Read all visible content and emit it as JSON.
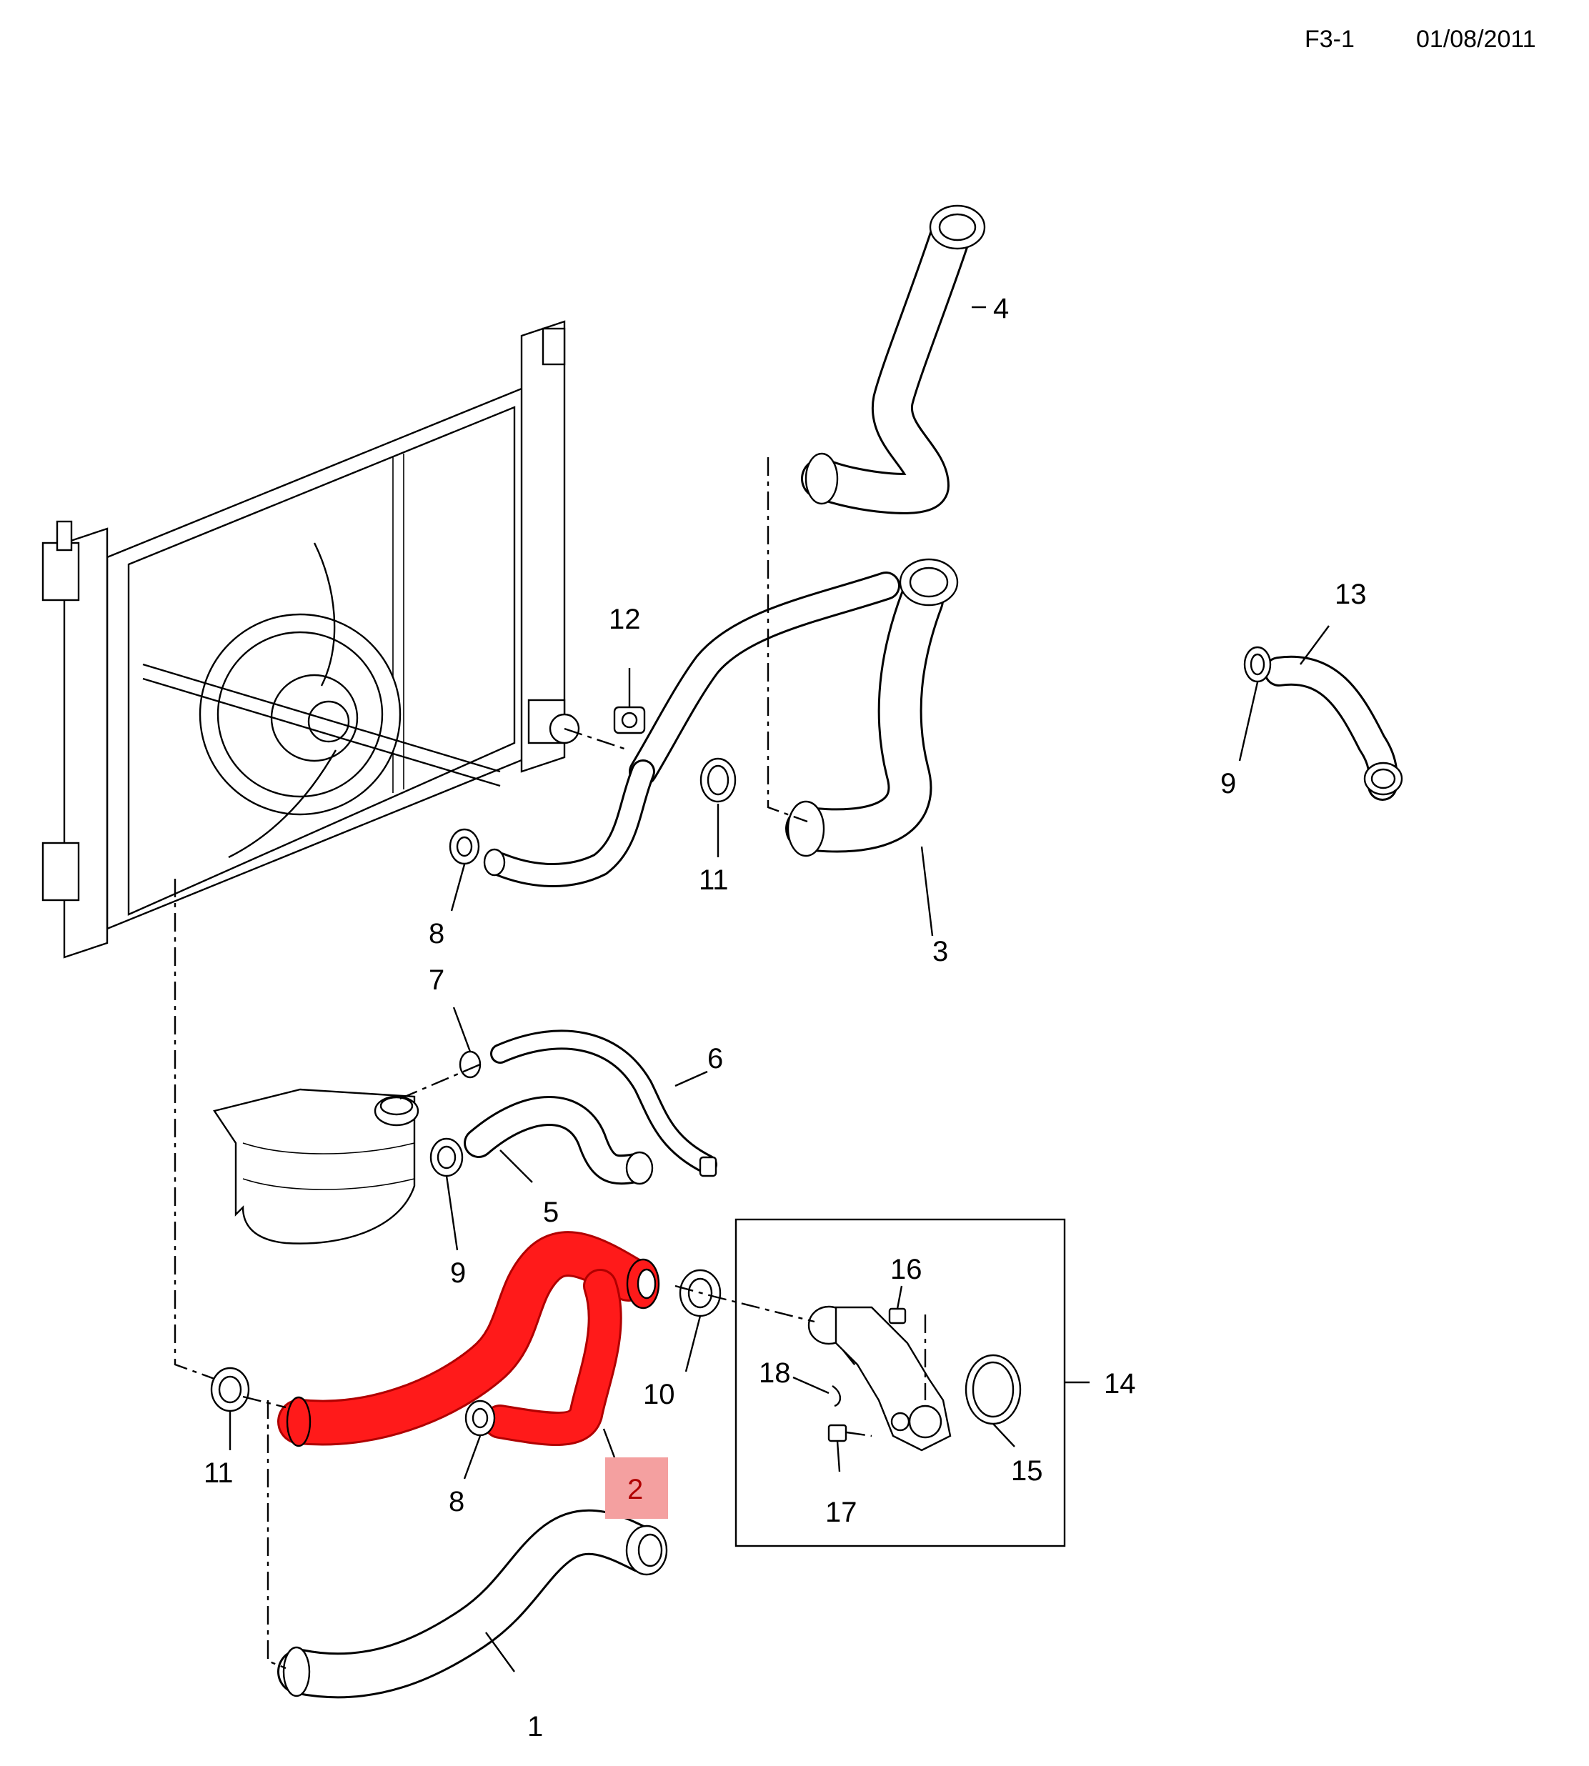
{
  "header": {
    "code": "F3-1",
    "date": "01/08/2011"
  },
  "highlight_color": "#ff2020",
  "callout_highlight_color": "#f4a0a0",
  "parts": {
    "p1": "1",
    "p2": "2",
    "p3": "3",
    "p4": "4",
    "p5": "5",
    "p6": "6",
    "p7": "7",
    "p8a": "8",
    "p8b": "8",
    "p9a": "9",
    "p9b": "9",
    "p10": "10",
    "p11a": "11",
    "p11b": "11",
    "p12": "12",
    "p13": "13",
    "p14": "14",
    "p15": "15",
    "p16": "16",
    "p17": "17",
    "p18": "18"
  }
}
